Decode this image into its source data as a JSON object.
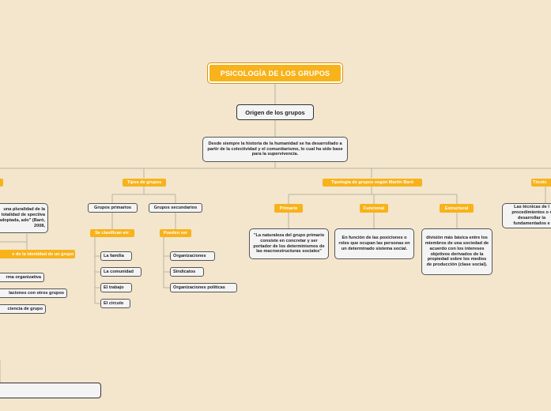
{
  "root": "PSICOLOGÍA DE LOS GRUPOS",
  "origin": "Origen de los grupos",
  "origin_desc": "Desde siempre la historia de la humanidad se ha desarrollado a partir de la colectividad y el comunitarismo, lo cual ha sido base para la supervivencia.",
  "left": {
    "desc": "una pluralidad de la totalidad de spectiva adoptada, ado\" (Baró, 2008,",
    "identity": "e de la identidad de un grupo",
    "items": [
      "rma organizativa",
      "laciones con otros grupos",
      "ciencia de grupo"
    ]
  },
  "tipos": {
    "label": "Tipos de grupos",
    "primarios": {
      "label": "Grupos primarios",
      "sub": "Se clasifican en:",
      "items": [
        "La familia",
        "La comunidad",
        "El trabajo",
        "El circulo"
      ]
    },
    "secundarios": {
      "label": "Grupos secundarios",
      "sub": "Pueden ser",
      "items": [
        "Organizaciones",
        "Sindicatos",
        "Organizaciones politicas"
      ]
    }
  },
  "tipologia": {
    "label": "Tipologia de grupos según Martín Baró",
    "primario": {
      "label": "Primario",
      "desc": "\"La naturaleza del grupo primario consiste en concretar y ser portador de los determinismos de las macroestructuras sociales\""
    },
    "funcional": {
      "label": "Funcional",
      "desc": "En función de las posiciones o roles que ocupan las personas en un determinado sistema social."
    },
    "estructural": {
      "label": "Estructural",
      "desc": "división más básica entre los miembros de una sociedad de acuerdo con los intereses objetivos derivados de la propiedad sobre los medios de producción (clase social)."
    }
  },
  "tecnicas": {
    "label": "Técnic",
    "desc": "Las técnicas de l procedimientos o r desarrollar la fundamentados e"
  },
  "colors": {
    "background": "#f3e6cd",
    "accent": "#f8b21a",
    "box_fill": "#f4f4f4",
    "line": "#b9b2a4"
  }
}
